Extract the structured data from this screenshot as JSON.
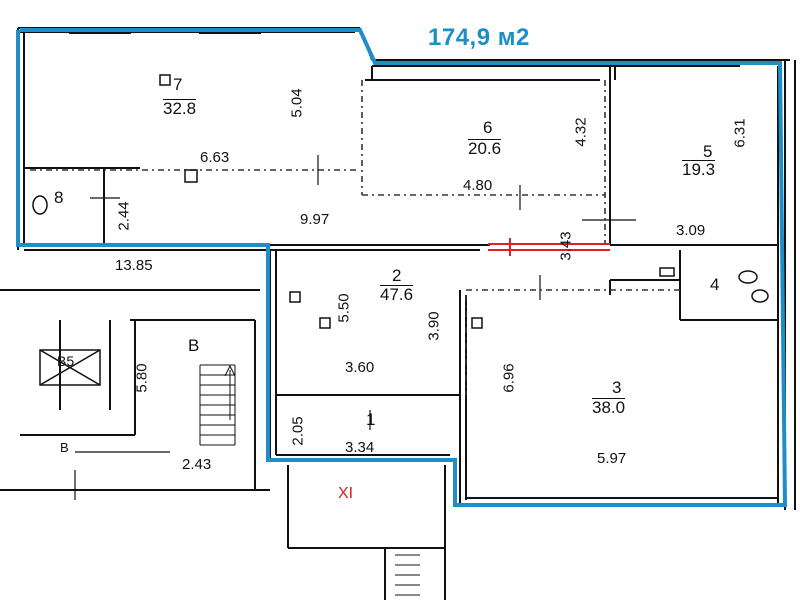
{
  "plan": {
    "total_area": "174,9 м2",
    "outline_color": "#1e8fc6",
    "wall_color": "#111111",
    "opening_color": "#e02020",
    "rooms": [
      {
        "id": "7",
        "number": "7",
        "area": "32.8"
      },
      {
        "id": "6",
        "number": "6",
        "area": "20.6"
      },
      {
        "id": "5",
        "number": "5",
        "area": "19.3"
      },
      {
        "id": "2",
        "number": "2",
        "area": "47.6"
      },
      {
        "id": "3",
        "number": "3",
        "area": "38.0"
      },
      {
        "id": "4",
        "number": "4"
      },
      {
        "id": "8",
        "number": "8"
      },
      {
        "id": "1",
        "number": "1"
      },
      {
        "id": "v1",
        "number": "В"
      },
      {
        "id": "v2",
        "number": "В"
      },
      {
        "id": "b5",
        "number": "В5"
      }
    ],
    "dimensions": {
      "d_504": "5.04",
      "d_663": "6.63",
      "d_432": "4.32",
      "d_631": "6.31",
      "d_480": "4.80",
      "d_244": "2.44",
      "d_997": "9.97",
      "d_309": "3.09",
      "d_343": "3.43",
      "d_1385": "13.85",
      "d_550": "5.50",
      "d_390": "3.90",
      "d_580": "5.80",
      "d_696": "6.96",
      "d_360": "3.60",
      "d_205": "2.05",
      "d_334": "3.34",
      "d_243": "2.43",
      "d_597": "5.97"
    },
    "exit_label": "XI"
  }
}
